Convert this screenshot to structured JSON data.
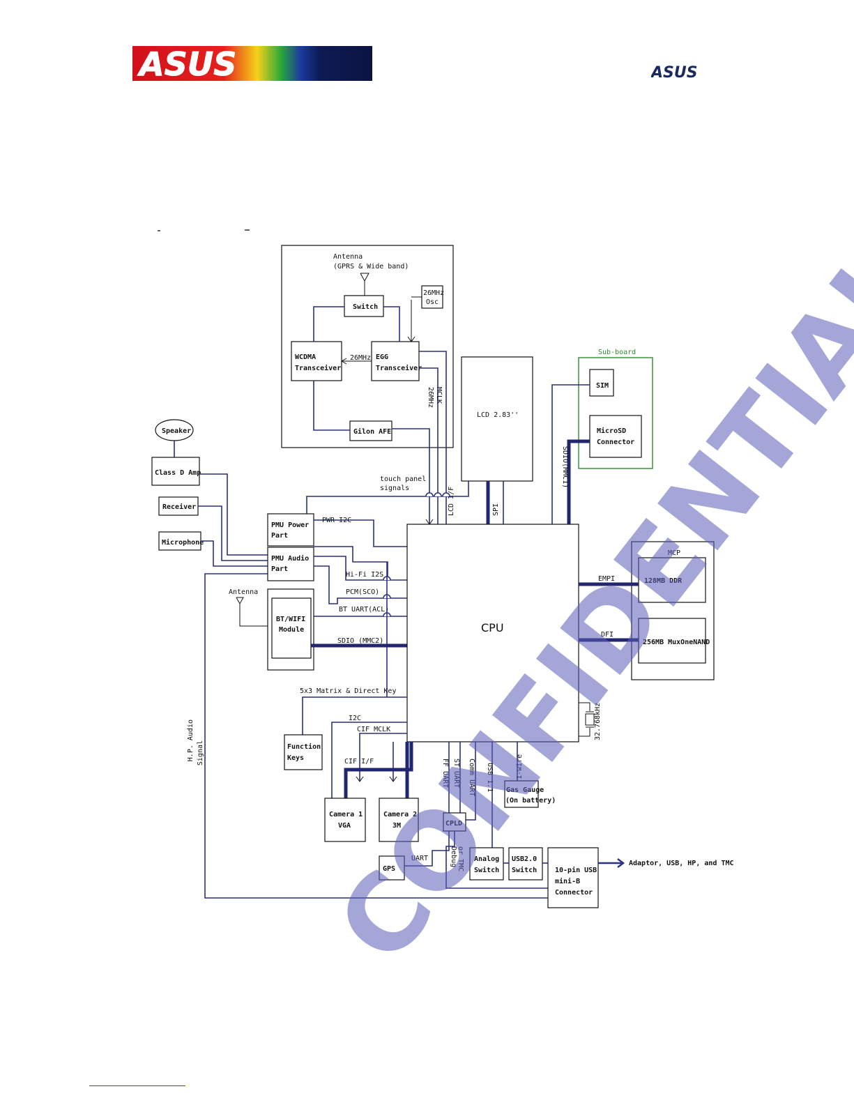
{
  "logo": {
    "text": "ASUS"
  },
  "colors": {
    "line": "#2a2f7e",
    "bus": "#20266f",
    "subboard": "#2f8a2f",
    "watermark": "#5b5fb8"
  },
  "watermark": "CONFIDENTIAL",
  "rf": {
    "antenna": "Antenna",
    "antenna_band": "(GPRS & Wide band)",
    "switch": "Switch",
    "osc_a": "26MHz",
    "osc_b": "Osc",
    "wcdma_a": "WCDMA",
    "wcdma_b": "Transceiver",
    "egg_a": "EGG",
    "egg_b": "Transceiver",
    "freq": "26MHz",
    "afe": "Gilon AFE",
    "sig_26mhz": "26MHz",
    "sig_mclk": "MCLK"
  },
  "lcd": {
    "label": "LCD 2.83''",
    "lcd_if": "LCD I/F",
    "spi": "SPI"
  },
  "subboard": {
    "title": "Sub-board",
    "sim": "SIM",
    "microsd_a": "MicroSD",
    "microsd_b": "Connector",
    "sdio": "SDIO(MMC1)"
  },
  "audio": {
    "speaker": "Speaker",
    "class_d": "Class D Amp",
    "receiver": "Receiver",
    "microphone": "Microphone",
    "hp_a": "H.P. Audio",
    "hp_b": "Signal"
  },
  "pmu": {
    "power_a": "PMU Power",
    "power_b": "Part",
    "audio_a": "PMU Audio",
    "audio_b": "Part"
  },
  "signals": {
    "touch_a": "touch panel",
    "touch_b": "signals",
    "pwr_i2c": "PWR I2C",
    "hifi": "Hi-Fi I2S",
    "pcm": "PCM(SCO)",
    "bt_uart": "BT UART(ACL)",
    "sdio_mmc2": "SDIO (MMC2)",
    "matrix": "5x3 Matrix & Direct Key",
    "i2c": "I2C",
    "cif_mclk": "CIF MCLK",
    "cif_if": "CIF I/F",
    "empi": "EMPI",
    "dfi": "DFI",
    "crystal": "32.768kHz",
    "ff_uart": "FF UART",
    "st_uart": "ST UART",
    "comm_uart": "Comm UART",
    "usb11": "USB 1.1",
    "one_wire": "1-wire",
    "debug_a": "Debug",
    "debug_b": "or TMC",
    "uart": "UART"
  },
  "bt": {
    "antenna": "Antenna",
    "module_a": "BT/WIFI",
    "module_b": "Module"
  },
  "cpu": {
    "label": "CPU"
  },
  "mcp": {
    "title": "MCP",
    "ddr": "128MB DDR",
    "nand": "256MB MuxOneNAND"
  },
  "keys": {
    "a": "Function",
    "b": "Keys"
  },
  "cam1": {
    "a": "Camera 1",
    "b": "VGA"
  },
  "cam2": {
    "a": "Camera 2",
    "b": "3M"
  },
  "gas": {
    "a": "Gas Gauge",
    "b": "(On battery)"
  },
  "cpld": "CPLD",
  "gps": "GPS",
  "analog": {
    "a": "Analog",
    "b": "Switch"
  },
  "usb_sw": {
    "a": "USB2.0",
    "b": "Switch"
  },
  "usb_conn": {
    "a": "10-pin USB",
    "b": "mini-B",
    "c": "Connector"
  },
  "output": "Adaptor, USB, HP, and TMC"
}
